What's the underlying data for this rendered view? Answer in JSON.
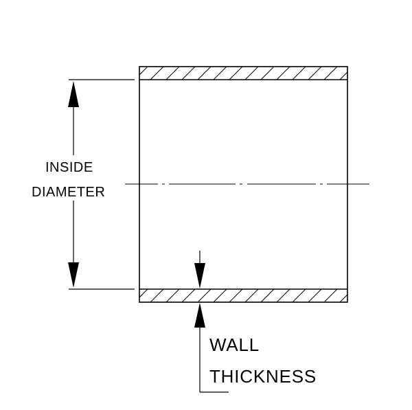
{
  "labels": {
    "inside_diameter_line1": "INSIDE",
    "inside_diameter_line2": "DIAMETER",
    "wall_thickness_line1": "WALL",
    "wall_thickness_line2": "THICKNESS"
  },
  "colors": {
    "line": "#000000",
    "background": "#ffffff"
  }
}
